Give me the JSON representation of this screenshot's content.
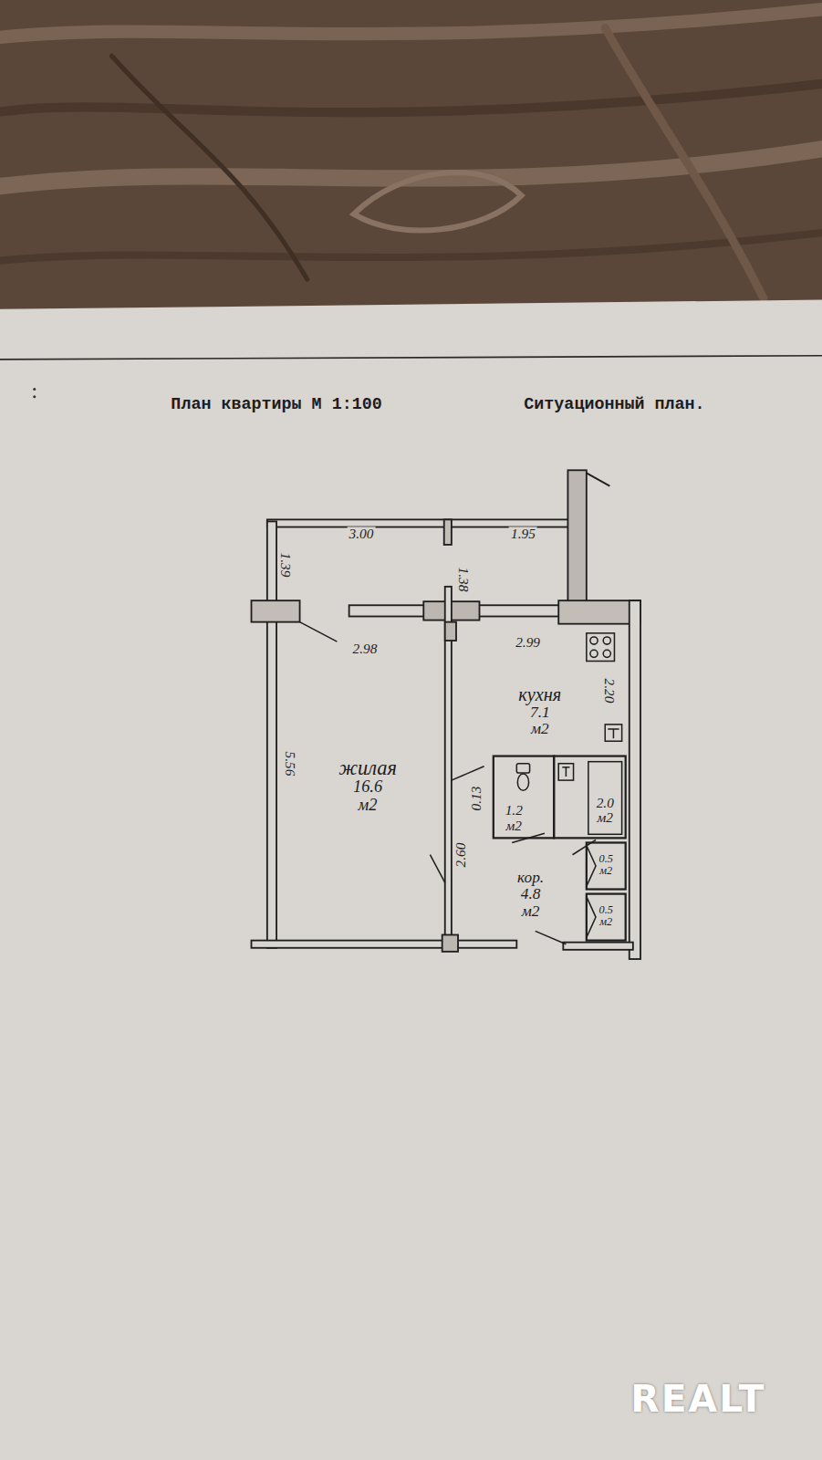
{
  "diagram": {
    "title": "План квартиры М 1:100",
    "nodes": [
      {
        "text": [
          "кухня",
          "7.1 м2"
        ]
      },
      {
        "text": [
          "жилая",
          "16.6 м2"
        ]
      },
      {
        "text": [
          "1.2 м2"
        ]
      },
      {
        "text": [
          "2.0 м2"
        ]
      },
      {
        "text": [
          "кор.",
          "4.8 м2"
        ]
      },
      {
        "text": [
          "0.5 м2"
        ]
      },
      {
        "text": [
          "0.5 м2"
        ]
      }
    ],
    "labels": [
      "Ситуационный план.",
      "3.00",
      "1.95",
      "1.39",
      "1.38",
      "2.98",
      "2.99",
      "2.20",
      "5.56",
      "0.13",
      "2.60",
      "REALT"
    ]
  }
}
